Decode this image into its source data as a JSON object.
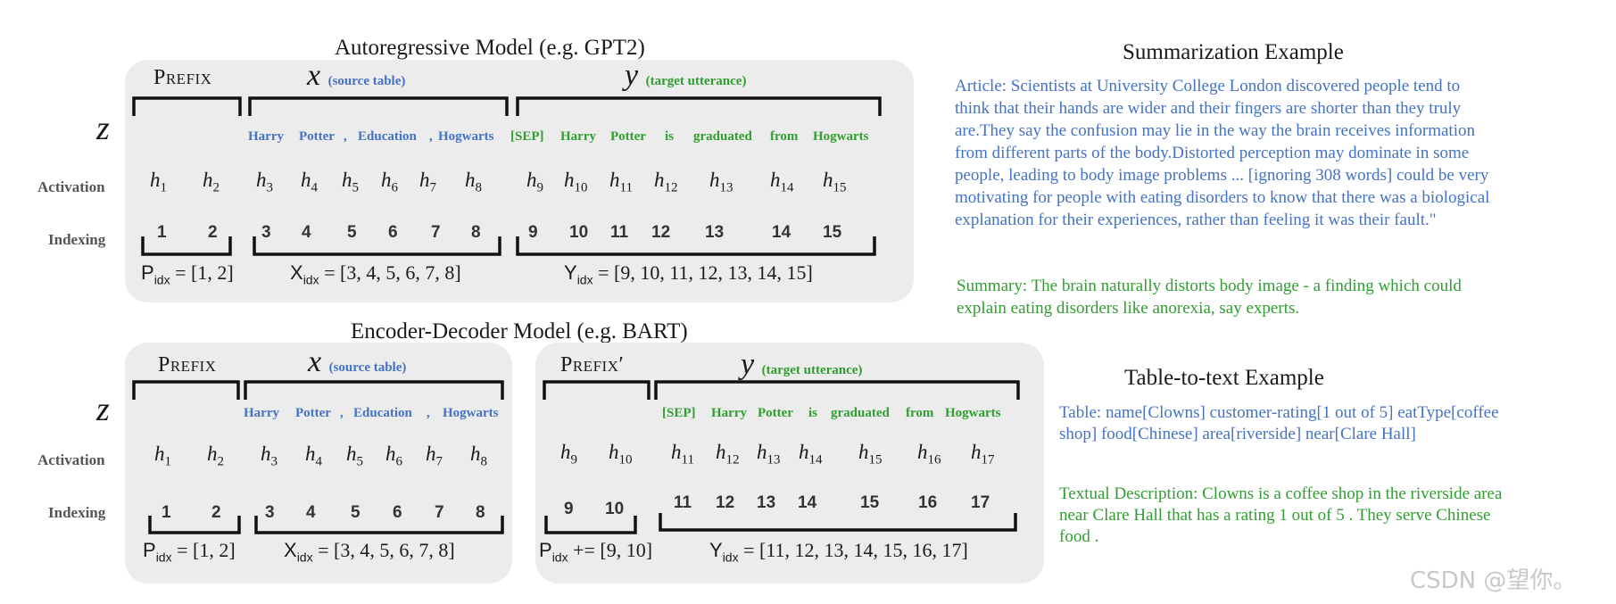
{
  "autoregressive": {
    "title": "Autoregressive  Model  (e.g. GPT2)",
    "prefix_label": "Prefix",
    "x_var": "x",
    "x_note": "(source table)",
    "y_var": "y",
    "y_note": "(target utterance)",
    "z_label": "z",
    "source_tokens": [
      "Harry",
      "Potter",
      ",",
      "Education",
      ",",
      "Hogwarts"
    ],
    "target_tokens": [
      "[SEP]",
      "Harry",
      "Potter",
      "is",
      "graduated",
      "from",
      "Hogwarts"
    ],
    "activation_label": "Activation",
    "indexing_label": "Indexing",
    "activations": [
      "1",
      "2",
      "3",
      "4",
      "5",
      "6",
      "7",
      "8",
      "9",
      "10",
      "11",
      "12",
      "13",
      "14",
      "15"
    ],
    "indices": [
      "1",
      "2",
      "3",
      "4",
      "5",
      "6",
      "7",
      "8",
      "9",
      "10",
      "11",
      "12",
      "13",
      "14",
      "15"
    ],
    "p_idx": "[1, 2]",
    "x_idx": "[3, 4, 5, 6, 7, 8]",
    "y_idx": "[9, 10, 11, 12, 13, 14, 15]"
  },
  "encoder_decoder": {
    "title": "Encoder-Decoder Model  (e.g. BART)",
    "encoder": {
      "prefix_label": "Prefix",
      "x_var": "x",
      "x_note": "(source table)",
      "z_label": "z",
      "source_tokens": [
        "Harry",
        "Potter",
        ",",
        "Education",
        ",",
        "Hogwarts"
      ],
      "activation_label": "Activation",
      "indexing_label": "Indexing",
      "activations": [
        "1",
        "2",
        "3",
        "4",
        "5",
        "6",
        "7",
        "8"
      ],
      "indices": [
        "1",
        "2",
        "3",
        "4",
        "5",
        "6",
        "7",
        "8"
      ],
      "p_idx": "[1, 2]",
      "x_idx": "[3, 4, 5, 6, 7, 8]"
    },
    "decoder": {
      "prefix_label": "Prefix′",
      "y_var": "y",
      "y_note": "(target utterance)",
      "target_tokens": [
        "[SEP]",
        "Harry",
        "Potter",
        "is",
        "graduated",
        "from",
        "Hogwarts"
      ],
      "activations": [
        "9",
        "10",
        "11",
        "12",
        "13",
        "14",
        "15",
        "16",
        "17"
      ],
      "indices": [
        "9",
        "10",
        "11",
        "12",
        "13",
        "14",
        "15",
        "16",
        "17"
      ],
      "p_idx_op": "+=",
      "p_idx": "[9, 10]",
      "y_idx": "[11, 12, 13, 14, 15, 16, 17]"
    }
  },
  "summarization": {
    "title": "Summarization Example",
    "article_lines": [
      "Article: Scientists at University College London discovered people tend to",
      "think that their hands are wider and their fingers are shorter than they truly",
      "are.They say the confusion may lie in the way the brain receives information",
      "from different parts of the body.Distorted perception may dominate in some",
      "people, leading to body image problems ... [ignoring 308 words] could be very",
      "motivating for people with eating disorders to know that there was a biological",
      "explanation for their experiences, rather than feeling it was their fault.\""
    ],
    "summary_lines": [
      "Summary: The brain naturally distorts body image - a finding which could",
      "explain eating disorders like anorexia, say experts."
    ]
  },
  "table_to_text": {
    "title": "Table-to-text Example",
    "table_lines": [
      "Table:  name[Clowns] customer-rating[1 out of 5]  eatType[coffee",
      "shop] food[Chinese] area[riverside] near[Clare Hall]"
    ],
    "description_lines": [
      "Textual Description: Clowns is a coffee shop in the riverside area",
      "near Clare Hall that has a rating 1 out of 5 . They serve Chinese",
      "food ."
    ]
  },
  "watermark": "CSDN @望你。",
  "colors": {
    "source": "#4472c4",
    "target": "#2f9e2f",
    "panel": "#ececec"
  }
}
